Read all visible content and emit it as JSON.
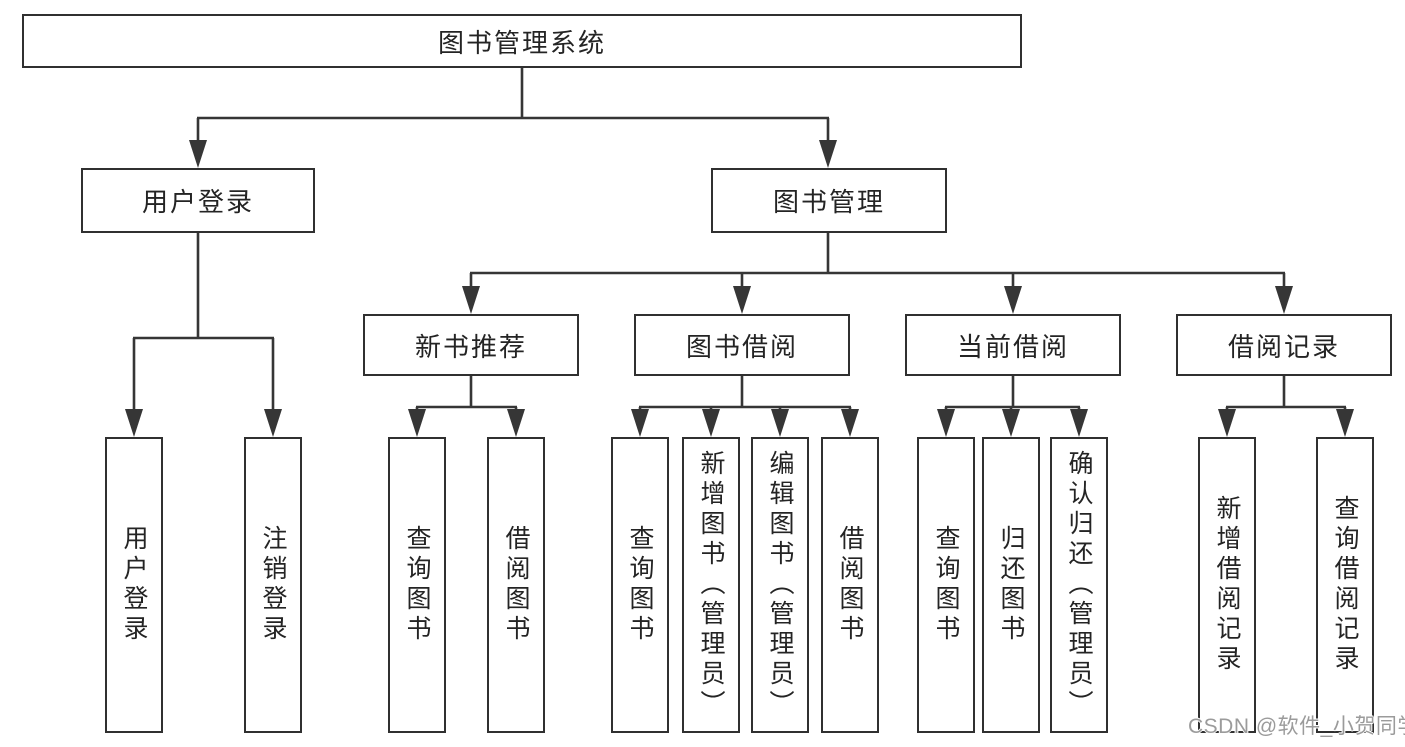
{
  "diagram": {
    "root": {
      "label": "图书管理系统"
    },
    "branches": [
      {
        "label": "用户登录",
        "children": [
          {
            "label": "用户登录"
          },
          {
            "label": "注销登录"
          }
        ]
      },
      {
        "label": "图书管理",
        "children": [
          {
            "label": "新书推荐",
            "children": [
              {
                "label": "查询图书"
              },
              {
                "label": "借阅图书"
              }
            ]
          },
          {
            "label": "图书借阅",
            "children": [
              {
                "label": "查询图书"
              },
              {
                "label": "新增图书（管理员）"
              },
              {
                "label": "编辑图书（管理员）"
              },
              {
                "label": "借阅图书"
              }
            ]
          },
          {
            "label": "当前借阅",
            "children": [
              {
                "label": "查询图书"
              },
              {
                "label": "归还图书"
              },
              {
                "label": "确认归还（管理员）"
              }
            ]
          },
          {
            "label": "借阅记录",
            "children": [
              {
                "label": "新增借阅记录"
              },
              {
                "label": "查询借阅记录"
              }
            ]
          }
        ]
      }
    ]
  },
  "watermark": {
    "text": "CSDN @软件_小贺同学"
  },
  "colors": {
    "line": "#363636",
    "box_border": "#303030",
    "box_fill": "#ffffff",
    "text": "#242424",
    "watermark": "#9b9b9b"
  }
}
